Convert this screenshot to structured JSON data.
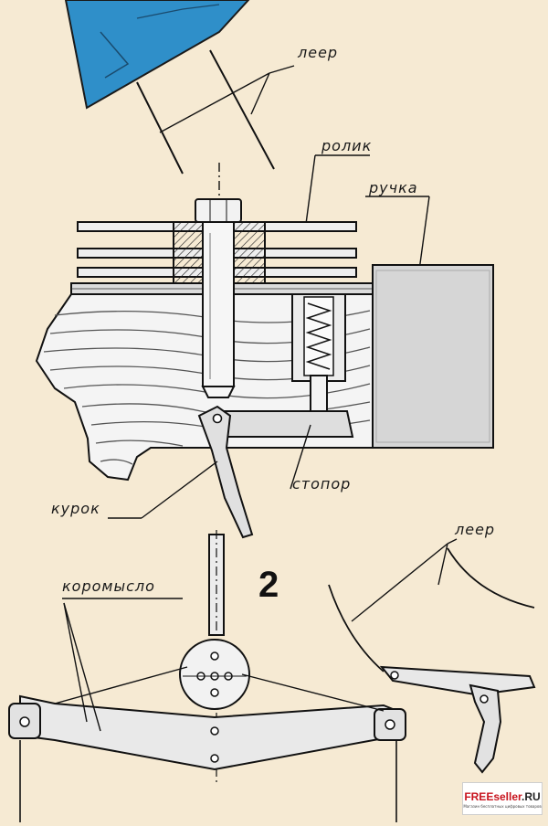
{
  "labels": {
    "leer_top": "леер",
    "rolik": "ролик",
    "ruchka": "ручка",
    "kurok": "курок",
    "stopor": "стопор",
    "leer_bottom": "леер",
    "koromyslo": "коромысло"
  },
  "figure_number": "2",
  "watermark": {
    "brand_red": "FREEseller",
    "brand_dark": ".RU",
    "tagline": "Магазин бесплатных цифровых товаров"
  },
  "colors": {
    "background": "#f6ead3",
    "sail": "#2f8fc9",
    "metal": "#e8e8e8",
    "handle": "#d6d6d6",
    "wood": "#f3f3f3",
    "ink": "#1a1a1a"
  }
}
